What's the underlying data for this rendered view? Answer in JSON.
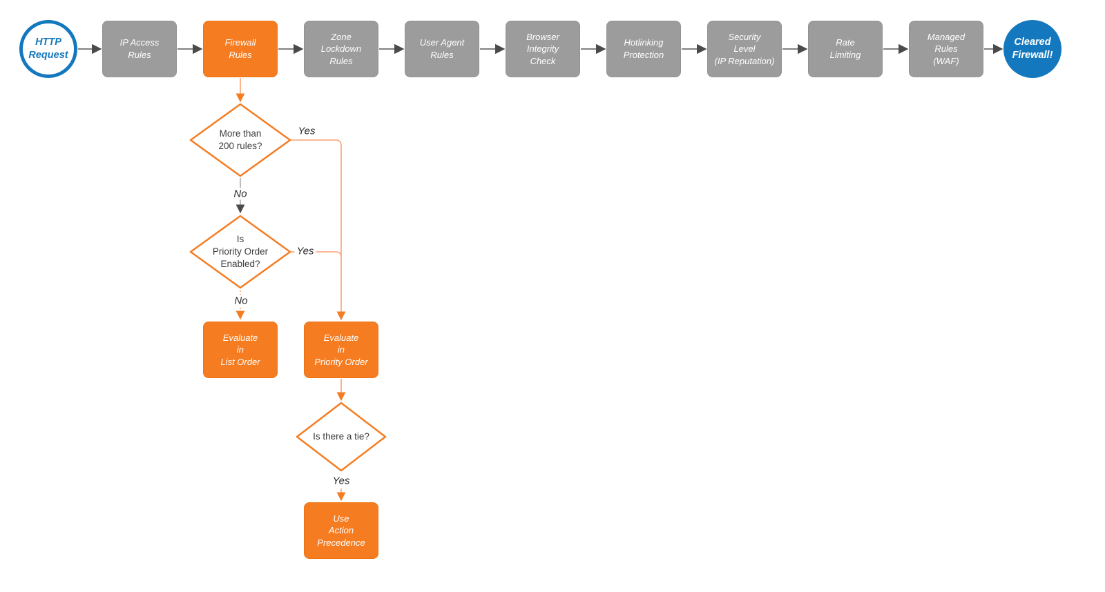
{
  "diagram": {
    "start": {
      "label": "HTTP\nRequest"
    },
    "stages": [
      {
        "label": "IP Access\nRules"
      },
      {
        "label": "Firewall\nRules"
      },
      {
        "label": "Zone\nLockdown\nRules"
      },
      {
        "label": "User Agent\nRules"
      },
      {
        "label": "Browser\nIntegrity\nCheck"
      },
      {
        "label": "Hotlinking\nProtection"
      },
      {
        "label": "Security\nLevel\n(IP Reputation)"
      },
      {
        "label": "Rate\nLimiting"
      },
      {
        "label": "Managed\nRules\n(WAF)"
      }
    ],
    "end": {
      "label": "Cleared\nFirewall!"
    },
    "decisions": [
      {
        "label": "More than\n200 rules?",
        "yes_label": "Yes",
        "no_label": "No"
      },
      {
        "label": "Is\nPriority Order\nEnabled?",
        "yes_label": "Yes",
        "no_label": "No"
      },
      {
        "label": "Is there a tie?",
        "yes_label": "Yes"
      }
    ],
    "actions": [
      {
        "label": "Evaluate\nin\nList Order"
      },
      {
        "label": "Evaluate\nin\nPriority Order"
      },
      {
        "label": "Use\nAction\nPrecedence"
      }
    ],
    "colors": {
      "accent_orange": "#F57C21",
      "light_orange_line": "#F8A175",
      "node_gray": "#9C9C9C",
      "brand_blue": "#1478BE",
      "arrow_gray": "#4A4A4A"
    }
  }
}
